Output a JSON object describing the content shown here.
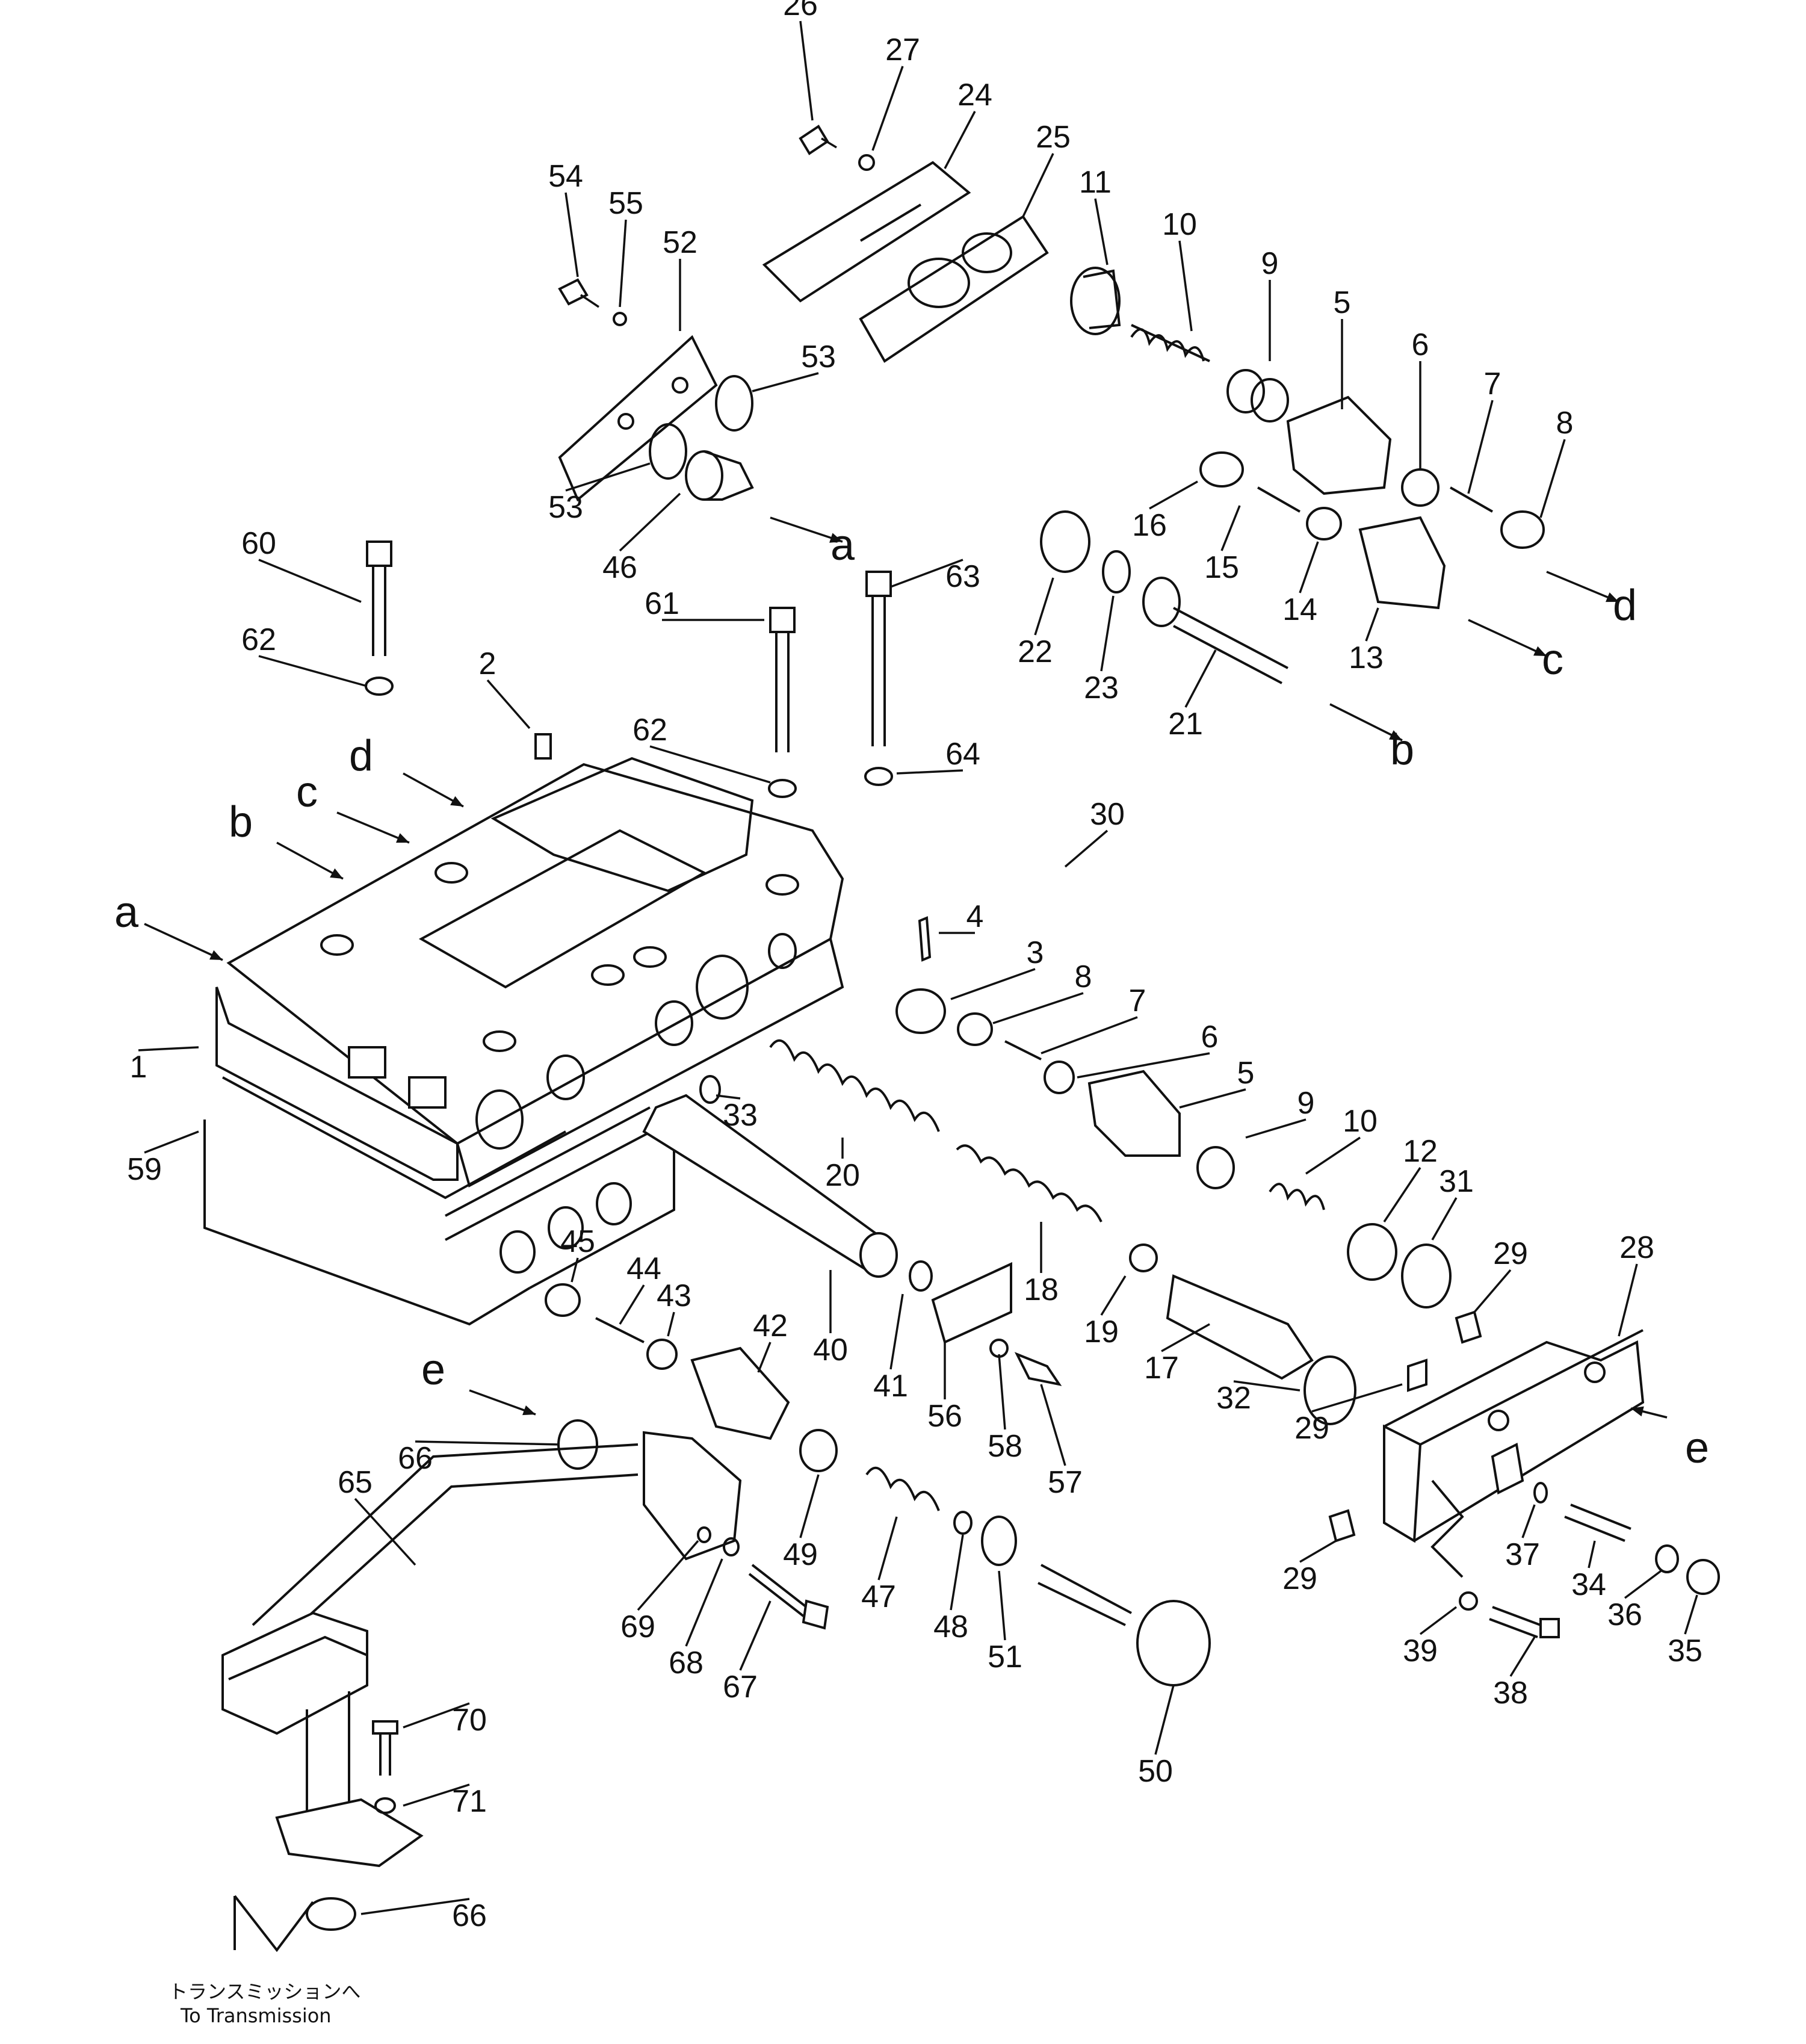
{
  "diagram": {
    "caption_ja": "トランスミッションへ",
    "caption_en": "To Transmission",
    "parts": [
      {
        "id": "p1",
        "text": "1"
      },
      {
        "id": "p2",
        "text": "2"
      },
      {
        "id": "p3",
        "text": "3"
      },
      {
        "id": "p4",
        "text": "4"
      },
      {
        "id": "p5a",
        "text": "5"
      },
      {
        "id": "p5b",
        "text": "5"
      },
      {
        "id": "p6a",
        "text": "6"
      },
      {
        "id": "p6b",
        "text": "6"
      },
      {
        "id": "p7a",
        "text": "7"
      },
      {
        "id": "p7b",
        "text": "7"
      },
      {
        "id": "p8a",
        "text": "8"
      },
      {
        "id": "p8b",
        "text": "8"
      },
      {
        "id": "p9a",
        "text": "9"
      },
      {
        "id": "p9b",
        "text": "9"
      },
      {
        "id": "p10a",
        "text": "10"
      },
      {
        "id": "p10b",
        "text": "10"
      },
      {
        "id": "p11",
        "text": "11"
      },
      {
        "id": "p12",
        "text": "12"
      },
      {
        "id": "p13",
        "text": "13"
      },
      {
        "id": "p14",
        "text": "14"
      },
      {
        "id": "p15",
        "text": "15"
      },
      {
        "id": "p16",
        "text": "16"
      },
      {
        "id": "p17",
        "text": "17"
      },
      {
        "id": "p18",
        "text": "18"
      },
      {
        "id": "p19",
        "text": "19"
      },
      {
        "id": "p20",
        "text": "20"
      },
      {
        "id": "p21",
        "text": "21"
      },
      {
        "id": "p22",
        "text": "22"
      },
      {
        "id": "p23",
        "text": "23"
      },
      {
        "id": "p24",
        "text": "24"
      },
      {
        "id": "p25",
        "text": "25"
      },
      {
        "id": "p26",
        "text": "26"
      },
      {
        "id": "p27",
        "text": "27"
      },
      {
        "id": "p28",
        "text": "28"
      },
      {
        "id": "p29a",
        "text": "29"
      },
      {
        "id": "p29b",
        "text": "29"
      },
      {
        "id": "p29c",
        "text": "29"
      },
      {
        "id": "p30",
        "text": "30"
      },
      {
        "id": "p31",
        "text": "31"
      },
      {
        "id": "p32",
        "text": "32"
      },
      {
        "id": "p33",
        "text": "33"
      },
      {
        "id": "p34",
        "text": "34"
      },
      {
        "id": "p35",
        "text": "35"
      },
      {
        "id": "p36",
        "text": "36"
      },
      {
        "id": "p37",
        "text": "37"
      },
      {
        "id": "p38",
        "text": "38"
      },
      {
        "id": "p39",
        "text": "39"
      },
      {
        "id": "p40",
        "text": "40"
      },
      {
        "id": "p41",
        "text": "41"
      },
      {
        "id": "p42",
        "text": "42"
      },
      {
        "id": "p43",
        "text": "43"
      },
      {
        "id": "p44",
        "text": "44"
      },
      {
        "id": "p45",
        "text": "45"
      },
      {
        "id": "p46",
        "text": "46"
      },
      {
        "id": "p47",
        "text": "47"
      },
      {
        "id": "p48",
        "text": "48"
      },
      {
        "id": "p49",
        "text": "49"
      },
      {
        "id": "p50",
        "text": "50"
      },
      {
        "id": "p51",
        "text": "51"
      },
      {
        "id": "p52",
        "text": "52"
      },
      {
        "id": "p53a",
        "text": "53"
      },
      {
        "id": "p53b",
        "text": "53"
      },
      {
        "id": "p54",
        "text": "54"
      },
      {
        "id": "p55",
        "text": "55"
      },
      {
        "id": "p56",
        "text": "56"
      },
      {
        "id": "p57",
        "text": "57"
      },
      {
        "id": "p58",
        "text": "58"
      },
      {
        "id": "p59",
        "text": "59"
      },
      {
        "id": "p60",
        "text": "60"
      },
      {
        "id": "p61",
        "text": "61"
      },
      {
        "id": "p62a",
        "text": "62"
      },
      {
        "id": "p62b",
        "text": "62"
      },
      {
        "id": "p63",
        "text": "63"
      },
      {
        "id": "p64",
        "text": "64"
      },
      {
        "id": "p65",
        "text": "65"
      },
      {
        "id": "p66a",
        "text": "66"
      },
      {
        "id": "p66b",
        "text": "66"
      },
      {
        "id": "p67",
        "text": "67"
      },
      {
        "id": "p68",
        "text": "68"
      },
      {
        "id": "p69",
        "text": "69"
      },
      {
        "id": "p70",
        "text": "70"
      },
      {
        "id": "p71",
        "text": "71"
      }
    ],
    "refs": [
      {
        "id": "ra1",
        "text": "a"
      },
      {
        "id": "ra2",
        "text": "a"
      },
      {
        "id": "rb1",
        "text": "b"
      },
      {
        "id": "rb2",
        "text": "b"
      },
      {
        "id": "rc1",
        "text": "c"
      },
      {
        "id": "rc2",
        "text": "c"
      },
      {
        "id": "rd1",
        "text": "d"
      },
      {
        "id": "rd2",
        "text": "d"
      },
      {
        "id": "re1",
        "text": "e"
      },
      {
        "id": "re2",
        "text": "e"
      }
    ]
  }
}
